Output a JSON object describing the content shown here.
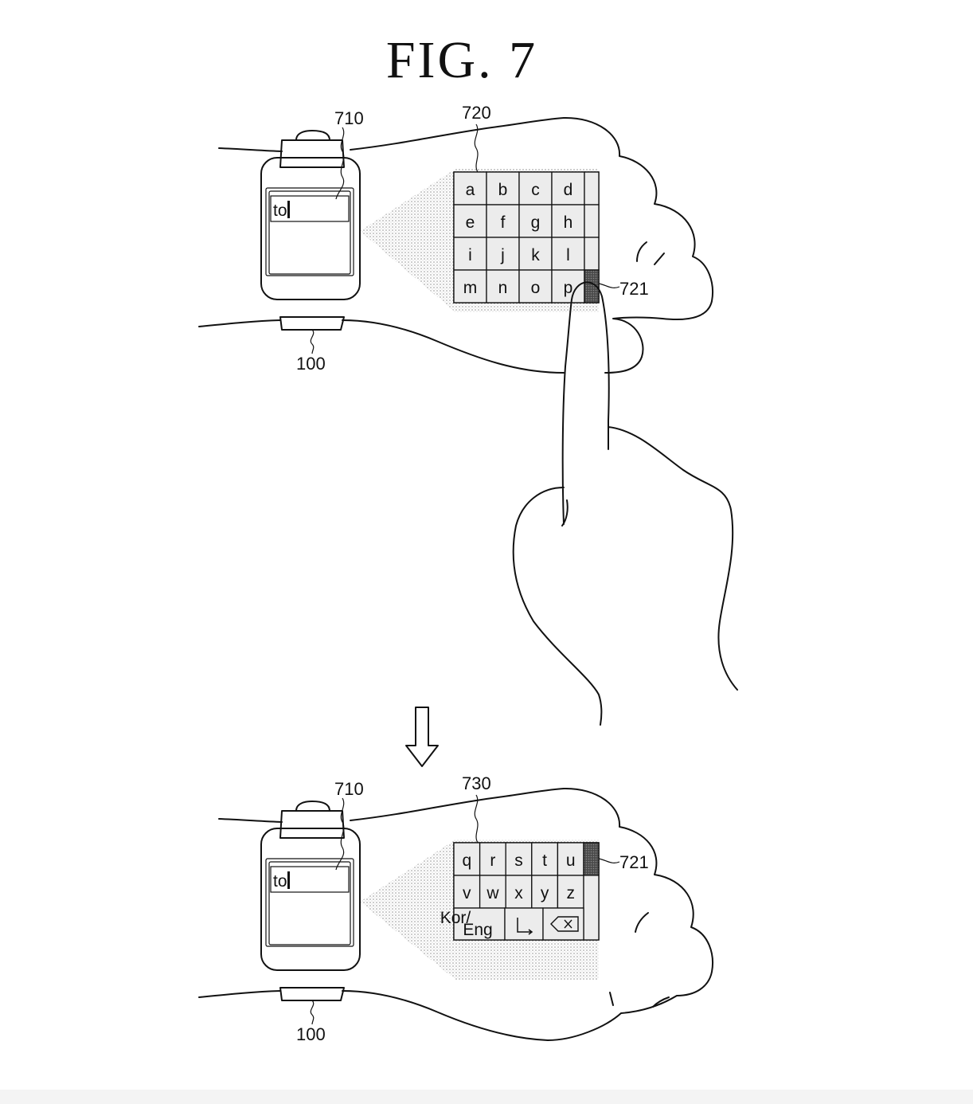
{
  "figure": {
    "title": "FIG. 7"
  },
  "top_panel": {
    "refs": {
      "watch": "100",
      "screen_input": "710",
      "keyboard": "720",
      "selected_key": "721"
    },
    "screen_text": "to",
    "keys": [
      "a",
      "b",
      "c",
      "d",
      "e",
      "f",
      "g",
      "h",
      "i",
      "j",
      "k",
      "l",
      "m",
      "n",
      "o",
      "p"
    ]
  },
  "bottom_panel": {
    "refs": {
      "watch": "100",
      "screen_input": "710",
      "keyboard": "730",
      "selected_key": "721"
    },
    "screen_text": "to",
    "keys_row1": [
      "q",
      "r",
      "s",
      "t",
      "u"
    ],
    "keys_row2": [
      "v",
      "w",
      "x",
      "y",
      "z"
    ],
    "kor_eng_key": {
      "kor": "Kor",
      "slash": "/",
      "eng": "Eng"
    },
    "icons": [
      "enter-icon",
      "backspace-icon"
    ]
  },
  "transition_icon": "down-arrow-icon"
}
